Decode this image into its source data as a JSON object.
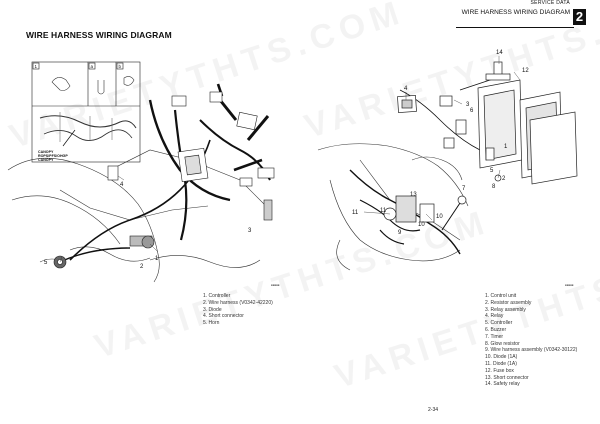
{
  "header": {
    "section": "SERVICE DATA",
    "title": "WIRE HARNESS WIRING DIAGRAM",
    "chapter": "2"
  },
  "title": "WIRE HARNESS WIRING DIAGRAM",
  "left_inset": {
    "boxes": [
      "1",
      "a",
      "b"
    ],
    "canopy_text": [
      "CANOPY",
      "ROPS/PFS/OHGP",
      "CANOPY"
    ]
  },
  "left_legend": [
    "1. Controller",
    "2. Wire harness (V0342-42220)",
    "3. Diode",
    "4. Short connector",
    "5. Horn"
  ],
  "right_legend": [
    "1. Control unit",
    "2. Resistor assembly",
    "3. Relay assembly",
    "4. Relay",
    "5. Controller",
    "6. Buzzer",
    "7. Timer",
    "8. Glow resistor",
    "9. Wire harness assembly (V0342-30122)",
    "10. Diode (1A)",
    "11. Diode (1A)",
    "12. Fuse box",
    "13. Short connector",
    "14. Safety relay"
  ],
  "callouts_left": [
    "1",
    "2",
    "3",
    "4",
    "5"
  ],
  "callouts_right": [
    "1",
    "2",
    "3",
    "4",
    "5",
    "6",
    "7",
    "8",
    "9",
    "10",
    "11",
    "12",
    "13",
    "14"
  ],
  "tiny_refs": [
    "■■■■■",
    "■■■■■"
  ],
  "page_number": "2-34",
  "watermark": "VARIETYTHTS.COM"
}
